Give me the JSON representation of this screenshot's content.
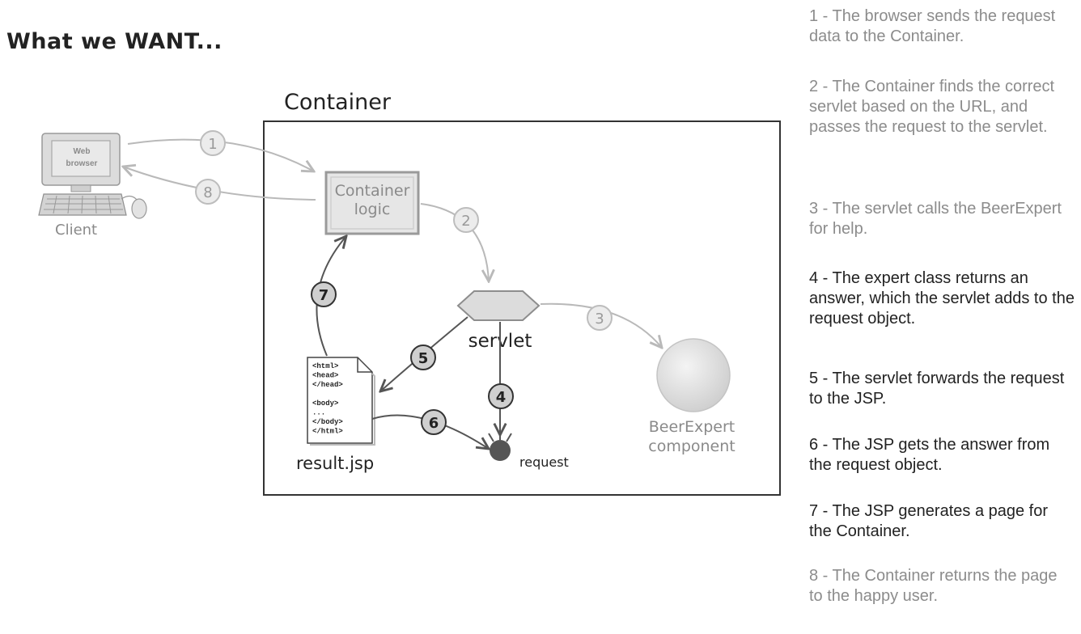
{
  "heading": "What we WANT...",
  "diagram": {
    "container_title": "Container",
    "client_label": "Client",
    "browser_label_line1": "Web",
    "browser_label_line2": "browser",
    "container_logic_line1": "Container",
    "container_logic_line2": "logic",
    "servlet_label": "servlet",
    "beer_expert_line1": "BeerExpert",
    "beer_expert_line2": "component",
    "result_label": "result.jsp",
    "request_label": "request",
    "jsp_code": [
      "<html>",
      "<head>",
      "</head>",
      "",
      "<body>",
      "...",
      "</body>",
      "</html>"
    ],
    "step_numbers": [
      "1",
      "2",
      "3",
      "4",
      "5",
      "6",
      "7",
      "8"
    ]
  },
  "steps": [
    {
      "text": "1 - The browser sends the request data to the Container.",
      "style": "muted"
    },
    {
      "text": "2 - The Container finds the correct servlet based on the URL, and passes the request to the servlet.",
      "style": "muted"
    },
    {
      "text": "3 - The servlet calls the BeerExpert for help.",
      "style": "muted"
    },
    {
      "text": "4 - The expert class returns an answer, which the servlet adds to the request object.",
      "style": "dark"
    },
    {
      "text": "5 - The servlet forwards the request to the JSP.",
      "style": "dark"
    },
    {
      "text": "6 - The JSP gets the answer from the request object.",
      "style": "dark"
    },
    {
      "text": "7 - The JSP generates a page for the Container.",
      "style": "dark"
    },
    {
      "text": "8 - The Container returns the page to the happy user.",
      "style": "muted"
    }
  ]
}
